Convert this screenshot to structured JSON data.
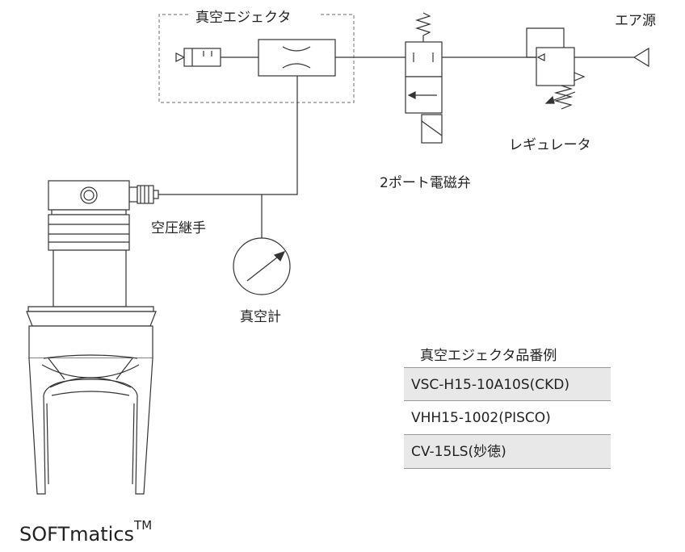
{
  "labels": {
    "ejector_group": "真空エジェクタ",
    "air_source": "エア源",
    "regulator": "レギュレータ",
    "valve": "2ポート電磁弁",
    "fitting": "空圧継手",
    "gauge": "真空計"
  },
  "brand": {
    "name": "SOFTmatics",
    "mark": "TM"
  },
  "parts": {
    "title": "真空エジェクタ品番例",
    "rows": [
      "VSC-H15-10A10S(CKD)",
      "VHH15-1002(PISCO)",
      "CV-15LS(妙徳)"
    ]
  }
}
